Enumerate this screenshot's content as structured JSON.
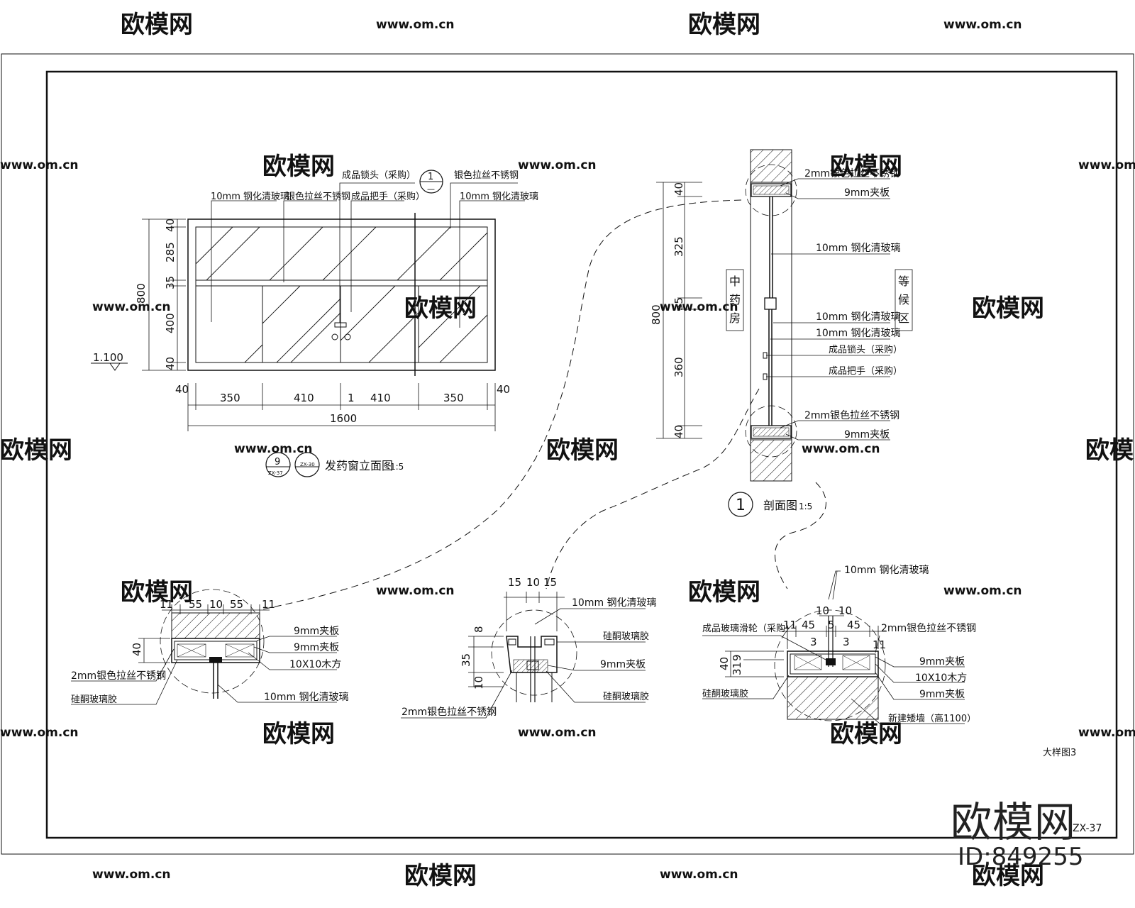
{
  "watermark": {
    "text": "欧模网",
    "url": "www.om.cn"
  },
  "brand": {
    "name": "欧模网",
    "id": "ID:849255"
  },
  "sheet": {
    "title": "大样图3",
    "number": "ZX-37"
  },
  "elevation": {
    "title": "发药窗立面图",
    "scale": "1:5",
    "ref_top": "9",
    "ref_bottom": "ZX-37",
    "ref_sheet": "ZX-30",
    "level": "1.100",
    "labels": {
      "glass_left": "10mm 钢化清玻璃",
      "steel_mid": "银色拉丝不锈钢",
      "lock": "成品锁头（采购）",
      "handle": "成品把手（采购）",
      "steel_right": "银色拉丝不锈钢",
      "glass_right": "10mm 钢化清玻璃"
    },
    "section_mark": {
      "number": "1",
      "sub": "—"
    },
    "vdims": [
      "40",
      "285",
      "35",
      "400",
      "40"
    ],
    "vtotal": "800",
    "hdims": [
      "40",
      "350",
      "410",
      "1",
      "410",
      "350",
      "40"
    ],
    "htotal": "1600"
  },
  "section": {
    "title": "剖面图",
    "scale": "1:5",
    "number": "1",
    "room_left": [
      "中",
      "药",
      "房"
    ],
    "room_right": [
      "等",
      "候",
      "区"
    ],
    "vdims": [
      "40",
      "325",
      "35",
      "360",
      "40"
    ],
    "vtotal": "800",
    "labels": {
      "top_steel": "2mm银色拉丝不锈钢",
      "top_ply": "9mm夹板",
      "glass1": "10mm 钢化清玻璃",
      "glass2": "10mm 钢化清玻璃",
      "glass3": "10mm 钢化清玻璃",
      "lock": "成品锁头（采购）",
      "handle": "成品把手（采购）",
      "bot_steel": "2mm银色拉丝不锈钢",
      "bot_ply": "9mm夹板"
    }
  },
  "detail_a": {
    "dims_top": [
      "11",
      "55",
      "10",
      "55",
      "11"
    ],
    "dim_side": "40",
    "labels": {
      "ply1": "9mm夹板",
      "ply2": "9mm夹板",
      "wood": "10X10木方",
      "steel": "2mm银色拉丝不锈钢",
      "silicone": "硅酮玻璃胶",
      "glass": "10mm 钢化清玻璃"
    }
  },
  "detail_b": {
    "dims_top": [
      "15",
      "10",
      "15"
    ],
    "dims_side": [
      "8",
      "35",
      "10"
    ],
    "labels": {
      "glass": "10mm 钢化清玻璃",
      "silicone1": "硅酮玻璃胶",
      "ply": "9mm夹板",
      "silicone2": "硅酮玻璃胶",
      "steel": "2mm银色拉丝不锈钢"
    }
  },
  "detail_c": {
    "dims_top": [
      "10",
      "10"
    ],
    "dims_mid": [
      "11",
      "45",
      "5",
      "45",
      "11"
    ],
    "dims_small": [
      "3",
      "3"
    ],
    "dims_side": [
      "40",
      "9",
      "31"
    ],
    "labels": {
      "glass": "10mm 钢化清玻璃",
      "roller": "成品玻璃滑轮（采购）",
      "steel": "2mm银色拉丝不锈钢",
      "ply1": "9mm夹板",
      "wood": "10X10木方",
      "ply2": "9mm夹板",
      "silicone": "硅酮玻璃胶",
      "wall": "新建矮墙（高1100）"
    }
  }
}
